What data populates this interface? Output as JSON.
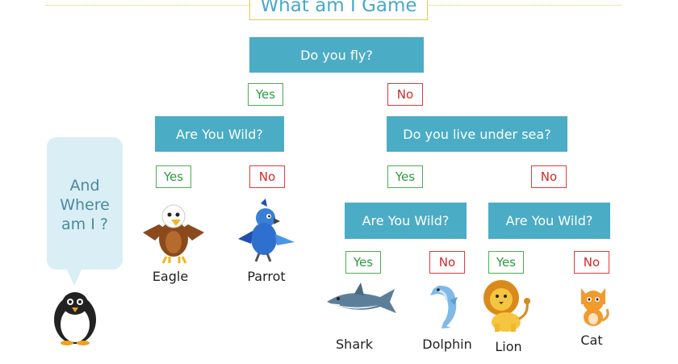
{
  "title": "What am I Game",
  "questions": {
    "root": "Do you fly?",
    "fly_wild": "Are You Wild?",
    "sea": "Do you live under sea?",
    "sea_wild": "Are You Wild?",
    "land_wild": "Are You Wild?"
  },
  "answers": {
    "root_yes": "Yes",
    "root_no": "No",
    "fly_yes": "Yes",
    "fly_no": "No",
    "sea_yes": "Yes",
    "sea_no": "No",
    "seawild_yes": "Yes",
    "seawild_no": "No",
    "landwild_yes": "Yes",
    "landwild_no": "No"
  },
  "animals": {
    "eagle": "Eagle",
    "parrot": "Parrot",
    "shark": "Shark",
    "dolphin": "Dolphin",
    "lion": "Lion",
    "cat": "Cat"
  },
  "bubble": "And\nWhere\nam I ?",
  "colors": {
    "question_box": "#4bacc6",
    "yes": "#4caf50",
    "no": "#e23b3b",
    "title_text": "#4aa8c8",
    "bubble": "#daeef5"
  },
  "icons": [
    "eagle-icon",
    "parrot-icon",
    "shark-icon",
    "dolphin-icon",
    "lion-icon",
    "cat-icon",
    "penguin-icon"
  ]
}
